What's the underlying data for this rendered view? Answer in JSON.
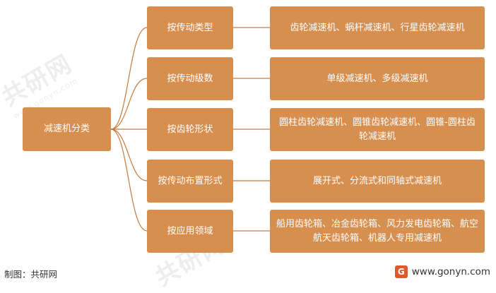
{
  "diagram": {
    "root": "减速机分类",
    "branches": [
      {
        "category": "按传动类型",
        "detail": "齿轮减速机、蜗杆减速机、行星齿轮减速机"
      },
      {
        "category": "按传动级数",
        "detail": "单级减速机、多级减速机"
      },
      {
        "category": "按齿轮形状",
        "detail": "圆柱齿轮减速机、圆锥齿轮减速机、圆锥-圆柱齿轮减速机"
      },
      {
        "category": "按传动布置形式",
        "detail": "展开式、分流式和同轴式减速机"
      },
      {
        "category": "按应用领域",
        "detail": "船用齿轮箱、冶金齿轮箱、风力发电齿轮箱、航空航天齿轮箱、机器人专用减速机"
      }
    ]
  },
  "footer": {
    "source": "制图：共研网",
    "website": "www.gonyn.com"
  },
  "watermark": {
    "text": "共研网",
    "url": "www.gonyn.com"
  },
  "colors": {
    "box": "#d78f50",
    "line": "#c47b3c",
    "brand": "#e0592a"
  },
  "icons": {
    "logo": "gonyn-logo-icon"
  }
}
